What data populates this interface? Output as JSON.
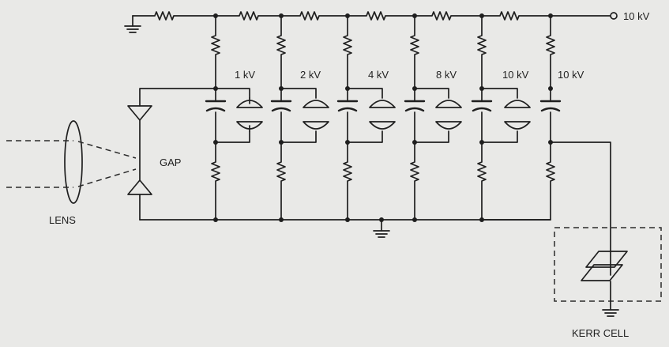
{
  "labels": {
    "supply": "10 kV",
    "gap": "GAP",
    "lens": "LENS",
    "kerr_cell": "KERR CELL",
    "stages": [
      "1 kV",
      "2 kV",
      "4 kV",
      "8 kV",
      "10 kV",
      "10 kV"
    ]
  }
}
